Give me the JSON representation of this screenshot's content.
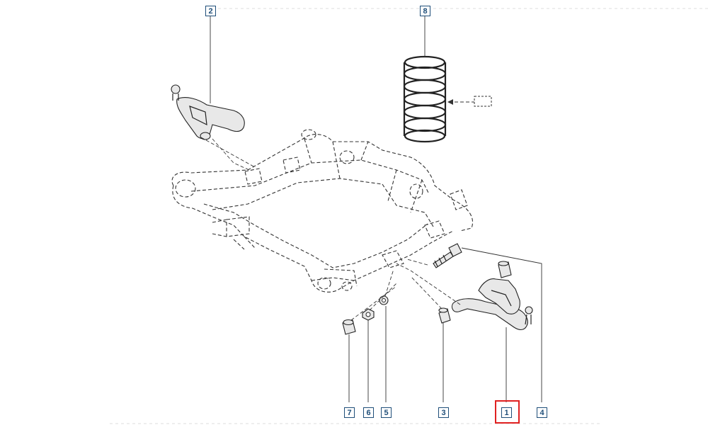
{
  "callouts": {
    "c1": "1",
    "c2": "2",
    "c3": "3",
    "c4": "4",
    "c5": "5",
    "c6": "6",
    "c7": "7",
    "c8": "8"
  },
  "highlighted_callout": "1",
  "colors": {
    "callout_border": "#1f4e79",
    "highlight": "#e02020",
    "line": "#333333"
  }
}
